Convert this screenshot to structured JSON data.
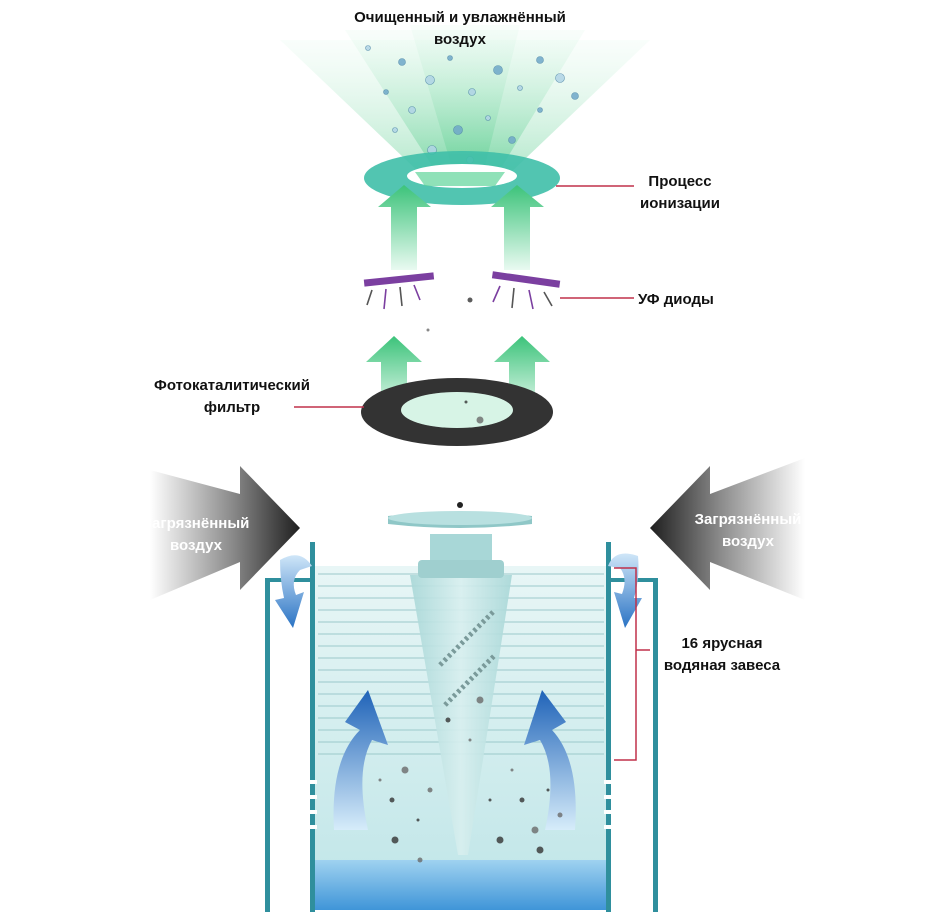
{
  "labels": {
    "purified_air_line1": "Очищенный и увлажнённый",
    "purified_air_line2": "воздух",
    "ionization_line1": "Процесс",
    "ionization_line2": "ионизации",
    "uv_diodes": "УФ диоды",
    "photocatalytic_line1": "Фотокаталитический",
    "photocatalytic_line2": "фильтр",
    "dirty_air_left_line1": "Загрязнённый",
    "dirty_air_left_line2": "воздух",
    "dirty_air_right_line1": "Загрязнённый",
    "dirty_air_right_line2": "воздух",
    "water_curtain_line1": "16 ярусная",
    "water_curtain_line2": "водяная завеса"
  },
  "colors": {
    "mint_green": "#5fd49a",
    "teal_ring": "#3fbfa8",
    "uv_purple": "#7b3fa0",
    "dark_filter": "#333333",
    "water_blue": "#5aa9e6",
    "tank_wall": "#2f8f9d",
    "leader_line": "#c0304a"
  },
  "water_curtain_tiers": 16
}
